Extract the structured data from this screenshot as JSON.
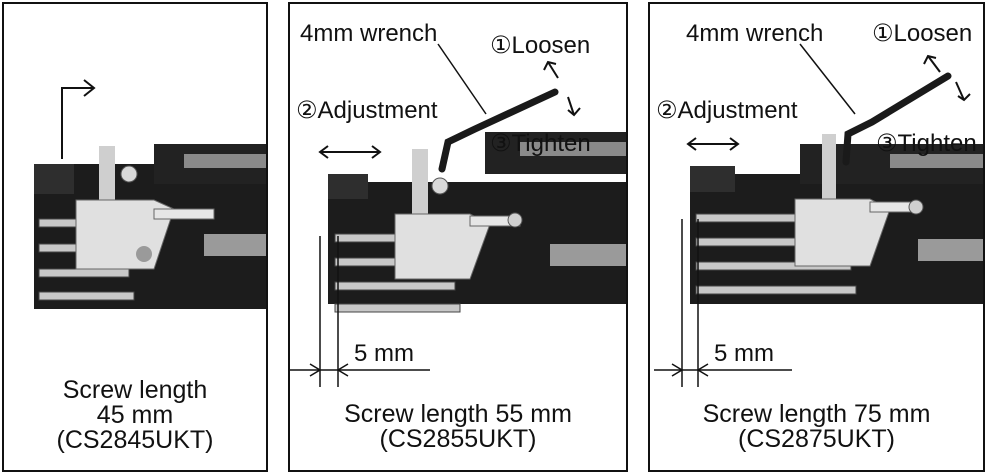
{
  "panels": [
    {
      "caption_lines": [
        "Screw length",
        "45 mm",
        "(CS2845UKT)"
      ],
      "icons": [
        "flow-arrow-icon"
      ]
    },
    {
      "wrench_label": "4mm wrench",
      "loosen_label": "①Loosen",
      "adjust_label": "②Adjustment",
      "tighten_label": "③Tighten",
      "dimension_label": "5 mm",
      "caption_lines": [
        "Screw length 55 mm",
        "(CS2855UKT)"
      ]
    },
    {
      "wrench_label": "4mm wrench",
      "loosen_label": "①Loosen",
      "adjust_label": "②Adjustment",
      "tighten_label": "③Tighten",
      "dimension_label": "5 mm",
      "caption_lines": [
        "Screw length 75 mm",
        "(CS2875UKT)"
      ]
    }
  ],
  "colors": {
    "frame": "#111111",
    "metal_dark": "#1c1c1c",
    "metal_light": "#bdbdbd",
    "background": "#ffffff"
  }
}
